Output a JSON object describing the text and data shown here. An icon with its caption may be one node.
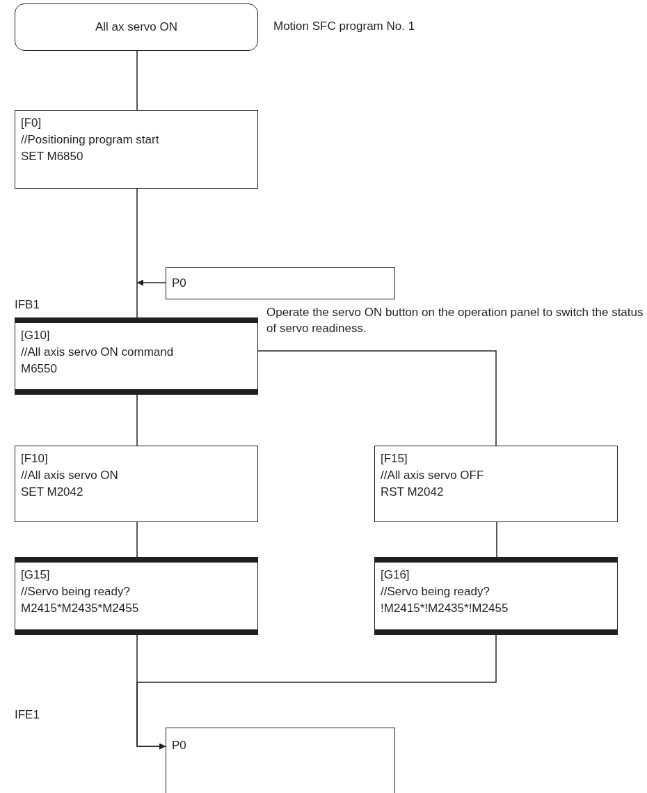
{
  "diagram": {
    "nodes": [
      {
        "text": [
          "All ax servo ON"
        ],
        "beside": [
          "Motion SFC program No. 1"
        ]
      },
      {
        "text": [
          "[F0]",
          "//Positioning program start",
          "SET M6850"
        ]
      },
      {
        "text": [
          "P0"
        ]
      },
      {
        "text": [
          "[G10]",
          "//All axis servo ON command",
          "M6550"
        ]
      },
      {
        "text": [
          "[F10]",
          "//All axis servo ON",
          "SET M2042"
        ]
      },
      {
        "text": [
          "[F15]",
          "//All axis servo OFF",
          "RST M2042"
        ]
      },
      {
        "text": [
          "[G15]",
          "//Servo being ready?",
          "M2415*M2435*M2455"
        ]
      },
      {
        "text": [
          "[G16]",
          "//Servo being ready?",
          "!M2415*!M2435*!M2455"
        ]
      },
      {
        "text": [
          "P0"
        ]
      }
    ],
    "edges": [
      {
        "from": 0,
        "to": 1,
        "arrow": "none"
      },
      {
        "from": 1,
        "to": 3,
        "arrow": "none"
      },
      {
        "from": 2,
        "to": null,
        "arrow": "to"
      },
      {
        "from": 3,
        "to": 4,
        "arrow": "none"
      },
      {
        "from": 3,
        "to": 5,
        "arrow": "none"
      },
      {
        "from": 4,
        "to": 6,
        "arrow": "none"
      },
      {
        "from": 5,
        "to": 7,
        "arrow": "none"
      },
      {
        "from": 6,
        "to": 8,
        "arrow": "to"
      },
      {
        "from": 7,
        "to": 8,
        "arrow": "to"
      }
    ],
    "labels": [
      "IFB1",
      "Operate the servo ON button on the operation panel to switch the status of servo readiness.",
      "IFE1"
    ]
  }
}
